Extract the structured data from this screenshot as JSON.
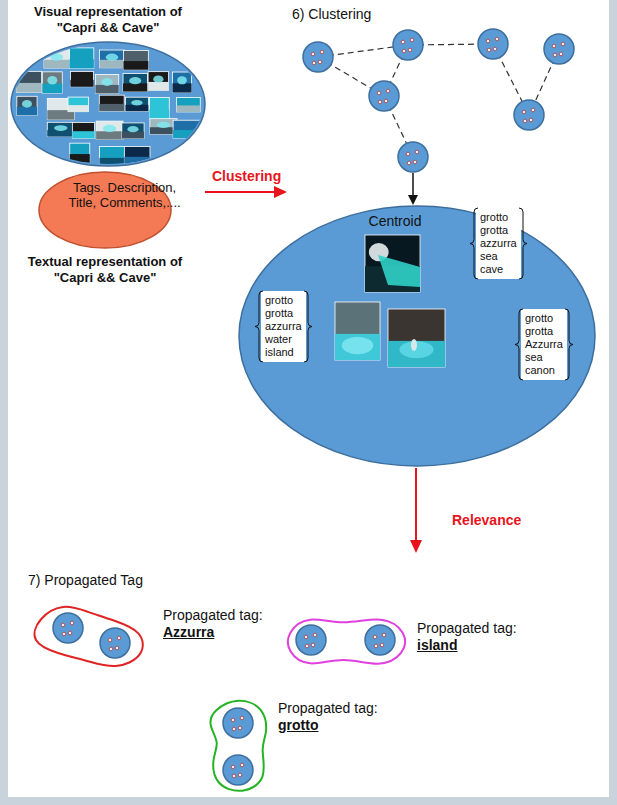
{
  "diagram": {
    "nodes": [
      {
        "text": [
          "Visual representation of \"Capri && Cave\""
        ]
      },
      {
        "text": [
          "Tags. Description, Title, Comments,....",
          "Textual representation of \"Capri && Cave\""
        ]
      },
      {
        "text": [
          "Centroid"
        ]
      },
      {
        "text": [
          "grotto grotta azzurra sea cave"
        ],
        "in": 2
      },
      {
        "text": [
          "grotto grotta azzurra water island"
        ],
        "in": 2
      },
      {
        "text": [
          "grotto grotta Azzurra sea canon"
        ],
        "in": 2
      },
      {
        "text": [
          "Propagated tag:",
          "Azzurra"
        ]
      },
      {
        "text": [
          "Propagated tag:",
          "island"
        ]
      },
      {
        "text": [
          "Propagated tag:",
          "grotto"
        ]
      }
    ],
    "labels": [
      "6) Clustering",
      "Clustering",
      "Relevance",
      "7) Propagated Tag"
    ]
  }
}
